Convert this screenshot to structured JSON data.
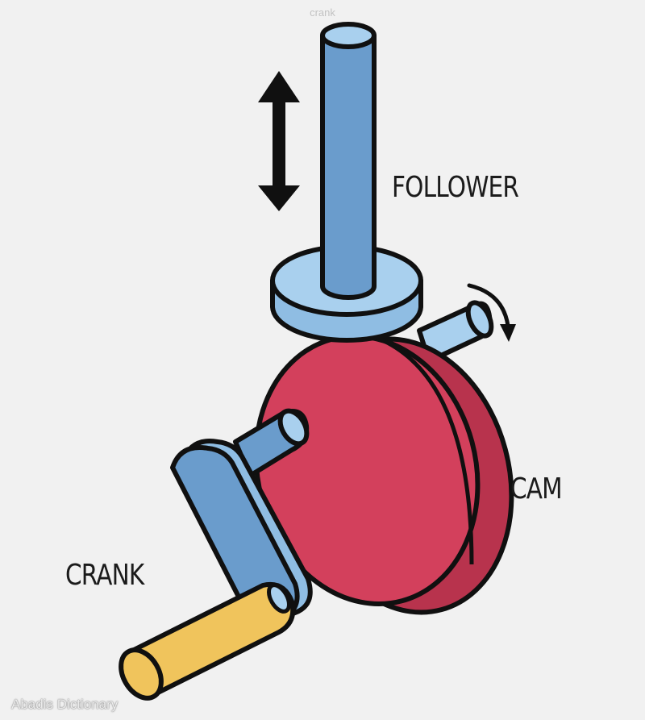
{
  "header": {
    "caption": "crank"
  },
  "diagram": {
    "labels": {
      "follower": "FOLLOWER",
      "cam": "CAM",
      "crank": "CRANK"
    },
    "colors": {
      "follower": "#6a9ccc",
      "follower_disc": "#a9d0ee",
      "cam": "#d3405c",
      "crank_arm": "#6a9ccc",
      "handle": "#f0c45c",
      "outline": "#101010"
    },
    "icons": [
      "double-headed-arrow-icon",
      "curved-rotation-arrow-icon"
    ]
  },
  "footer": {
    "watermark": "Abadis Dictionary"
  }
}
